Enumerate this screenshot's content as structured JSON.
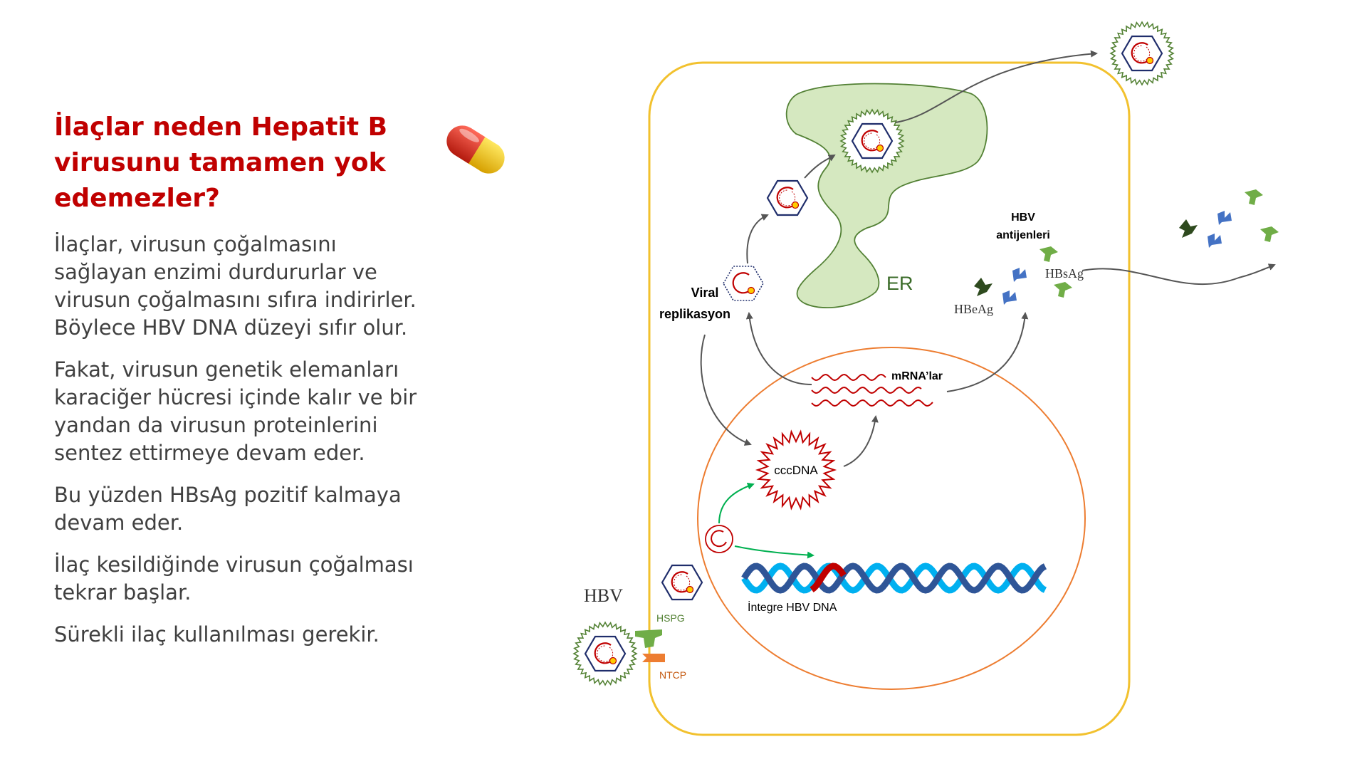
{
  "title": "İlaçlar neden Hepatit B virusunu tamamen yok edemezler?",
  "paragraphs": [
    "İlaçlar, virusun çoğalmasını sağlayan enzimi durdururlar ve virusun çoğalmasını sıfıra indirirler. Böylece HBV DNA düzeyi sıfır olur.",
    "Fakat, virusun genetik elemanları karaciğer hücresi içinde kalır ve bir yandan da virusun proteinlerini sentez ettirmeye devam eder.",
    "Bu yüzden HBsAg pozitif kalmaya devam eder.",
    "İlaç kesildiğinde virusun çoğalması tekrar başlar.",
    "Sürekli ilaç kullanılması gerekir."
  ],
  "diagram": {
    "hbv": "HBV",
    "hspg": "HSPG",
    "ntcp": "NTCP",
    "er": "ER",
    "viral_1": "Viral",
    "viral_2": "replikasyon",
    "mrna": "mRNA’lar",
    "cccdna": "cccDNA",
    "integrated": "İntegre HBV DNA",
    "antigens_1": "HBV",
    "antigens_2": "antijenleri",
    "hbsag": "HBsAg",
    "hbeag": "HBeAg"
  },
  "colors": {
    "title": "#c00000",
    "body_text": "#404040",
    "cell_border": "#f2c12e",
    "nucleus_border": "#ed7d31",
    "er_fill": "#d5e8c0",
    "er_stroke": "#538135",
    "virus_red": "#c00000",
    "capsid_navy": "#1f2d6b",
    "envelope_green": "#548235",
    "hbsag_green": "#70ad47",
    "hbeag_dark": "#2e4a1e",
    "antigen_blue": "#4472c4",
    "dna_light": "#00b0f0",
    "dna_dark": "#2f5597",
    "ntcp_orange": "#ed7d31",
    "arrow_gray": "#555555",
    "arrow_green": "#00b050"
  },
  "icons": [
    "pill-icon",
    "virus-particle-icon",
    "capsid-icon",
    "cccdna-icon",
    "dna-helix-icon",
    "antigen-icon"
  ]
}
